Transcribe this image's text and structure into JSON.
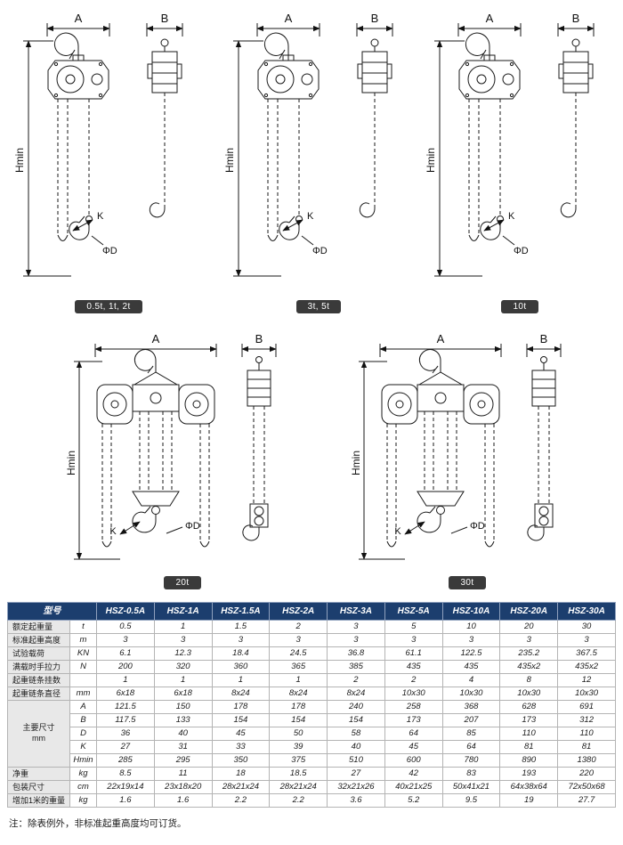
{
  "colors": {
    "header_bg": "#1c3e6e",
    "header_text": "#ffffff",
    "label_bg": "#e8e8e8",
    "badge_bg": "#3a3a3a",
    "line": "#1a1a1a"
  },
  "dim_labels": {
    "A": "A",
    "B": "B",
    "Hmin": "Hmin",
    "K": "K",
    "phiD": "ΦD"
  },
  "figures": [
    {
      "caption": "0.5t, 1t, 2t"
    },
    {
      "caption": "3t, 5t"
    },
    {
      "caption": "10t"
    },
    {
      "caption": "20t"
    },
    {
      "caption": "30t"
    }
  ],
  "table": {
    "header_label": "型号",
    "models": [
      "HSZ-0.5A",
      "HSZ-1A",
      "HSZ-1.5A",
      "HSZ-2A",
      "HSZ-3A",
      "HSZ-5A",
      "HSZ-10A",
      "HSZ-20A",
      "HSZ-30A"
    ],
    "rows": [
      {
        "label": "额定起重量",
        "unit": "t",
        "values": [
          "0.5",
          "1",
          "1.5",
          "2",
          "3",
          "5",
          "10",
          "20",
          "30"
        ]
      },
      {
        "label": "标准起重高度",
        "unit": "m",
        "values": [
          "3",
          "3",
          "3",
          "3",
          "3",
          "3",
          "3",
          "3",
          "3"
        ]
      },
      {
        "label": "试验载荷",
        "unit": "KN",
        "values": [
          "6.1",
          "12.3",
          "18.4",
          "24.5",
          "36.8",
          "61.1",
          "122.5",
          "235.2",
          "367.5"
        ]
      },
      {
        "label": "满载时手拉力",
        "unit": "N",
        "values": [
          "200",
          "320",
          "360",
          "365",
          "385",
          "435",
          "435",
          "435x2",
          "435x2"
        ]
      },
      {
        "label": "起重链条挂数",
        "unit": "",
        "values": [
          "1",
          "1",
          "1",
          "1",
          "2",
          "2",
          "4",
          "8",
          "12"
        ]
      },
      {
        "label": "起重链条直径",
        "unit": "mm",
        "values": [
          "6x18",
          "6x18",
          "8x24",
          "8x24",
          "8x24",
          "10x30",
          "10x30",
          "10x30",
          "10x30"
        ]
      },
      {
        "label_lines": [
          "主要尺寸",
          "mm"
        ],
        "sub": [
          {
            "name": "A",
            "values": [
              "121.5",
              "150",
              "178",
              "178",
              "240",
              "258",
              "368",
              "628",
              "691"
            ]
          },
          {
            "name": "B",
            "values": [
              "117.5",
              "133",
              "154",
              "154",
              "154",
              "173",
              "207",
              "173",
              "312"
            ]
          },
          {
            "name": "D",
            "values": [
              "36",
              "40",
              "45",
              "50",
              "58",
              "64",
              "85",
              "110",
              "110"
            ]
          },
          {
            "name": "K",
            "values": [
              "27",
              "31",
              "33",
              "39",
              "40",
              "45",
              "64",
              "81",
              "81"
            ]
          },
          {
            "name": "Hmin",
            "values": [
              "285",
              "295",
              "350",
              "375",
              "510",
              "600",
              "780",
              "890",
              "1380"
            ]
          }
        ]
      },
      {
        "label": "净重",
        "unit": "kg",
        "values": [
          "8.5",
          "11",
          "18",
          "18.5",
          "27",
          "42",
          "83",
          "193",
          "220"
        ]
      },
      {
        "label": "包装尺寸",
        "unit": "cm",
        "values": [
          "22x19x14",
          "23x18x20",
          "28x21x24",
          "28x21x24",
          "32x21x26",
          "40x21x25",
          "50x41x21",
          "64x38x64",
          "72x50x68"
        ]
      },
      {
        "label": "增加1米的重量",
        "unit": "kg",
        "values": [
          "1.6",
          "1.6",
          "2.2",
          "2.2",
          "3.6",
          "5.2",
          "9.5",
          "19",
          "27.7"
        ]
      }
    ]
  },
  "note": "注：除表例外，非标准起重高度均可订货。"
}
